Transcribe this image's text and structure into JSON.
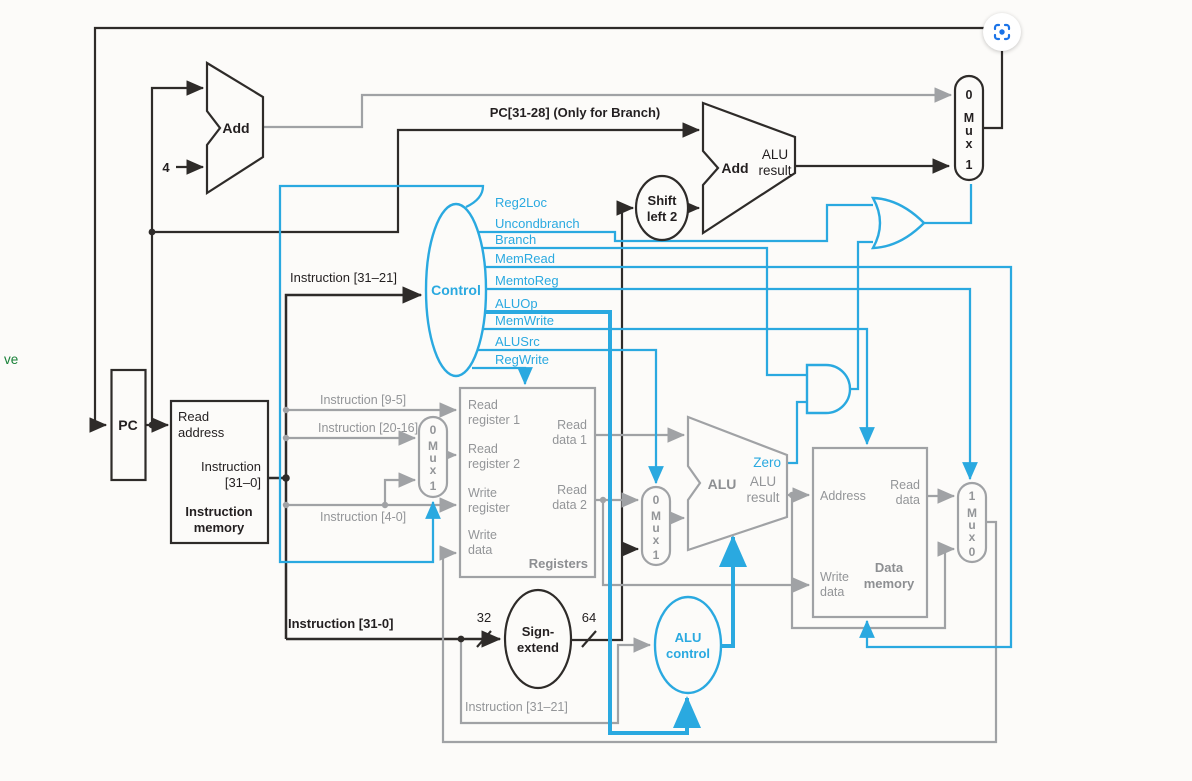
{
  "colors": {
    "wire_black": "#2e2b29",
    "wire_gray": "#a0a2a5",
    "wire_blue": "#2aa9e0",
    "text_black": "#231f20",
    "text_gray": "#939598",
    "text_gray_bold": "#8d8f92",
    "icon_blue": "#1a73e8",
    "side_text_green": "#188038"
  },
  "side_text": "ve",
  "icons": {
    "capture": "lens-capture-icon"
  },
  "signals": {
    "reg2loc": "Reg2Loc",
    "uncondbranch": "Uncondbranch",
    "branch": "Branch",
    "memread": "MemRead",
    "memtoreg": "MemtoReg",
    "aluop": "ALUOp",
    "memwrite": "MemWrite",
    "alusrc": "ALUSrc",
    "regwrite": "RegWrite"
  },
  "labels": {
    "pc": "PC",
    "four": "4",
    "add_top": "Add",
    "add_branch": "Add",
    "add_branch_result": "ALU\nresult",
    "pc_branch_note": "PC[31-28] (Only for Branch)",
    "shift_left": "Shift\nleft 2",
    "control": "Control",
    "instr_31_21_top": "Instruction [31–21]",
    "instr_9_5": "Instruction [9-5]",
    "instr_20_16": "Instruction [20-16]",
    "instr_4_0": "Instruction [4-0]",
    "instr_31_0_bottom": "Instruction [31-0]",
    "instr_31_21_bottom": "Instruction [31–21]",
    "bits_32": "32",
    "bits_64": "64",
    "sign_extend": "Sign-\nextend",
    "alu_control": "ALU\ncontrol"
  },
  "imem": {
    "read_address": "Read\naddress",
    "instruction_31_0": "Instruction\n[31–0]",
    "title": "Instruction\nmemory"
  },
  "registers": {
    "read_register_1": "Read\nregister 1",
    "read_register_2": "Read\nregister 2",
    "write_register": "Write\nregister",
    "write_data": "Write\ndata",
    "read_data_1": "Read\ndata 1",
    "read_data_2": "Read\ndata 2",
    "title": "Registers"
  },
  "alu": {
    "name": "ALU",
    "zero": "Zero",
    "result": "ALU\nresult"
  },
  "dmem": {
    "address": "Address",
    "read_data": "Read\ndata",
    "write_data": "Write\ndata",
    "title": "Data\nmemory"
  },
  "mux": {
    "zero": "0",
    "one": "1",
    "m": "M",
    "u": "u",
    "x": "x"
  }
}
